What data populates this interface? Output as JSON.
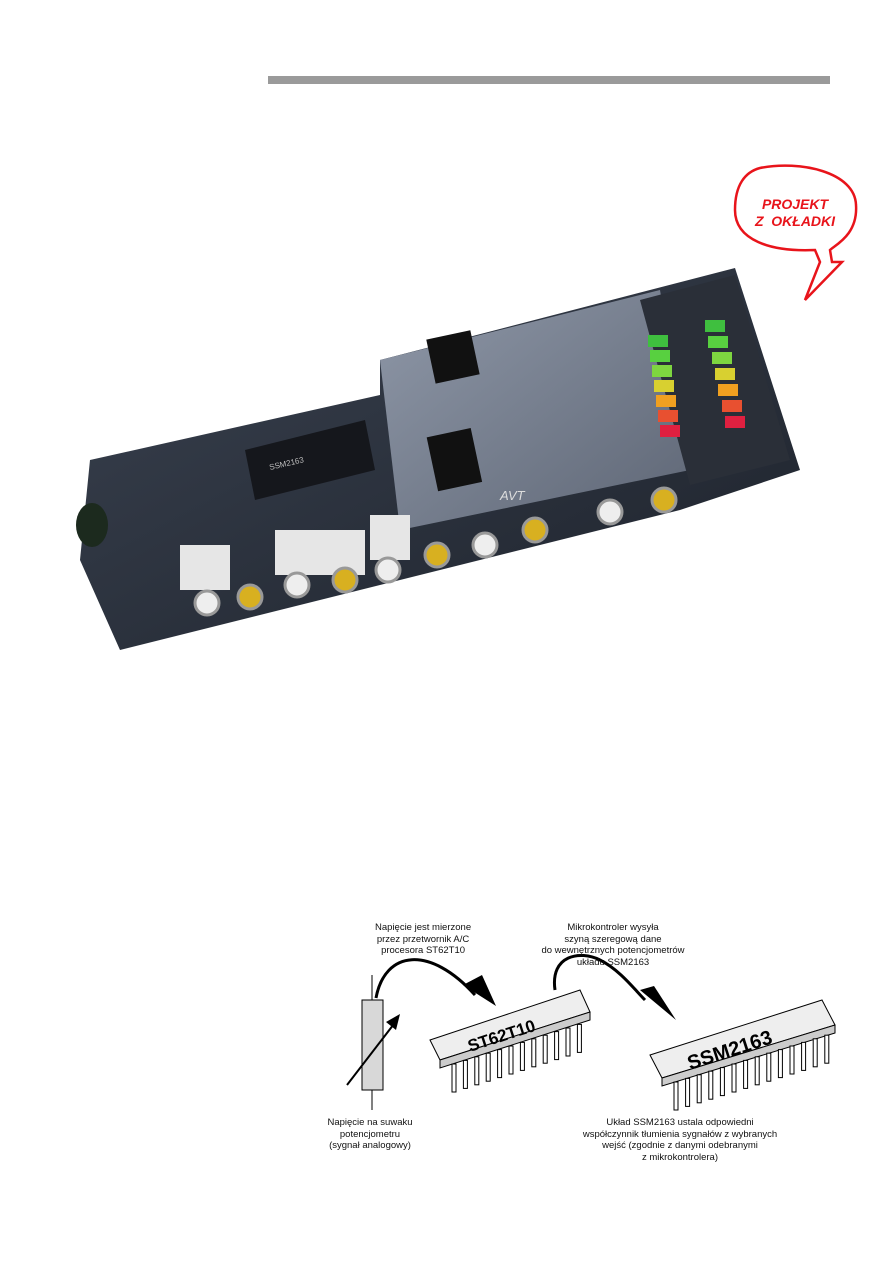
{
  "badge": {
    "line1": "PROJEKT",
    "line2": "Z  OKŁADKI",
    "color": "#e8141b"
  },
  "photo": {
    "board_label": "AVT",
    "chip_label": "SSM2163"
  },
  "diagram": {
    "chip1": "ST62T10",
    "chip2": "SSM2163",
    "caption_top_left": [
      "Napięcie jest mierzone",
      "przez przetwornik A/C",
      "procesora ST62T10"
    ],
    "caption_top_right": [
      "Mikrokontroler wysyła",
      "szyną szeregową dane",
      "do wewnętrznych potencjometrów",
      "układu SSM2163"
    ],
    "caption_bottom_left": [
      "Napięcie na suwaku",
      "potencjometru",
      "(sygnał analogowy)"
    ],
    "caption_bottom_right": [
      "Układ SSM2163 ustala odpowiedni",
      "współczynnik tłumienia sygnałów z wybranych",
      "wejść (zgodnie z danymi odebranymi",
      "z mikrokontrolera)"
    ]
  }
}
